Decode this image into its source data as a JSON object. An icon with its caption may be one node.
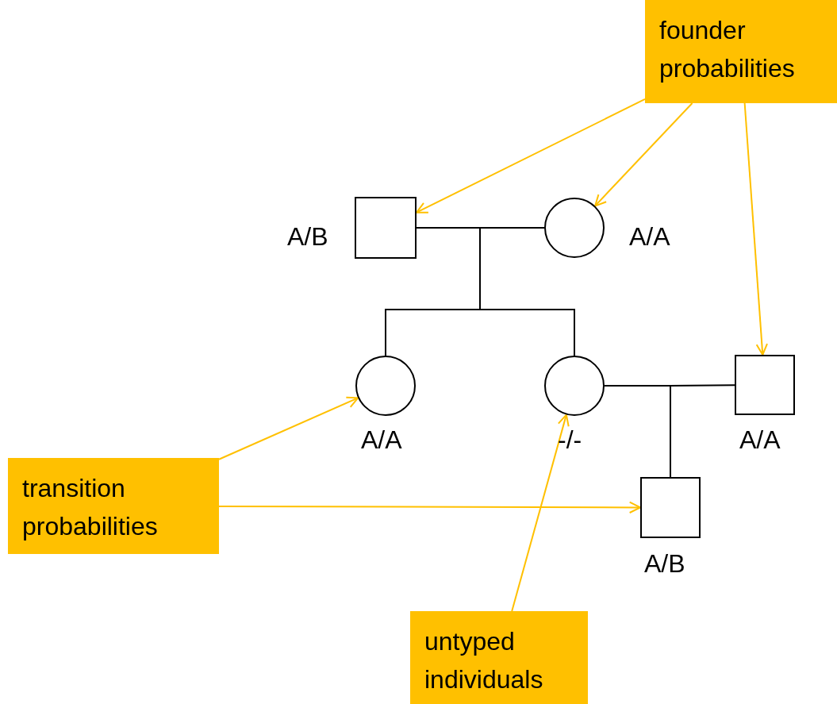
{
  "diagram": {
    "nodes": [
      {
        "text": [
          "founder probabilities"
        ]
      },
      {
        "text": [],
        "shape": "box",
        "beside": [
          "A/B"
        ]
      },
      {
        "text": [],
        "shape": "circle",
        "beside": [
          "A/A"
        ]
      },
      {
        "text": [
          "transition probabilities"
        ]
      },
      {
        "text": [],
        "shape": "circle",
        "beside": [
          "A/A"
        ]
      },
      {
        "text": [],
        "shape": "circle",
        "beside": [
          "-/-"
        ]
      },
      {
        "text": [],
        "shape": "box",
        "beside": [
          "A/A"
        ]
      },
      {
        "text": [],
        "shape": "box",
        "beside": [
          "A/B"
        ]
      },
      {
        "text": [
          "untyped individuals"
        ]
      }
    ],
    "edges": [
      {
        "from": 0,
        "to": 1,
        "arrow": "to",
        "color": "#ffc000"
      },
      {
        "from": 0,
        "to": 2,
        "arrow": "to",
        "color": "#ffc000"
      },
      {
        "from": 0,
        "to": 6,
        "arrow": "to",
        "color": "#ffc000"
      },
      {
        "from": 1,
        "to": 4,
        "arrow": "none",
        "color": "#000000"
      },
      {
        "from": 1,
        "to": 5,
        "arrow": "none",
        "color": "#000000"
      },
      {
        "from": 2,
        "to": 4,
        "arrow": "none",
        "color": "#000000"
      },
      {
        "from": 2,
        "to": 5,
        "arrow": "none",
        "color": "#000000"
      },
      {
        "from": 5,
        "to": 7,
        "arrow": "none",
        "color": "#000000"
      },
      {
        "from": 6,
        "to": 7,
        "arrow": "none",
        "color": "#000000"
      },
      {
        "from": 3,
        "to": 4,
        "arrow": "to",
        "color": "#ffc000"
      },
      {
        "from": 3,
        "to": 7,
        "arrow": "to",
        "color": "#ffc000"
      },
      {
        "from": 8,
        "to": 5,
        "arrow": "to",
        "color": "#ffc000"
      }
    ]
  }
}
